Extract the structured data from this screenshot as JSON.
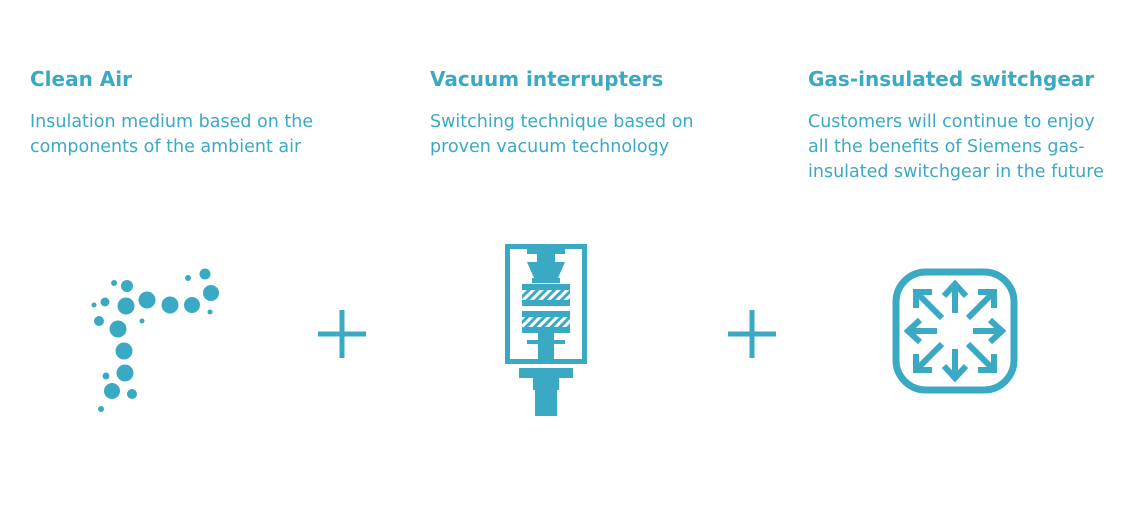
{
  "colors": {
    "accent": "#3aa9c4"
  },
  "features": [
    {
      "title": "Clean Air",
      "description": "Insulation medium based on the components of the ambient air",
      "icon": "air-bubbles-icon"
    },
    {
      "title": "Vacuum interrupters",
      "description": "Switching technique based on proven vacuum technology",
      "icon": "vacuum-interrupter-icon"
    },
    {
      "title": "Gas-insulated switchgear",
      "description": "Customers will continue to enjoy all the benefits of Siemens gas-insulated switchgear in the future",
      "icon": "expanding-arrows-icon"
    }
  ],
  "separators": [
    "plus-icon",
    "plus-icon"
  ]
}
